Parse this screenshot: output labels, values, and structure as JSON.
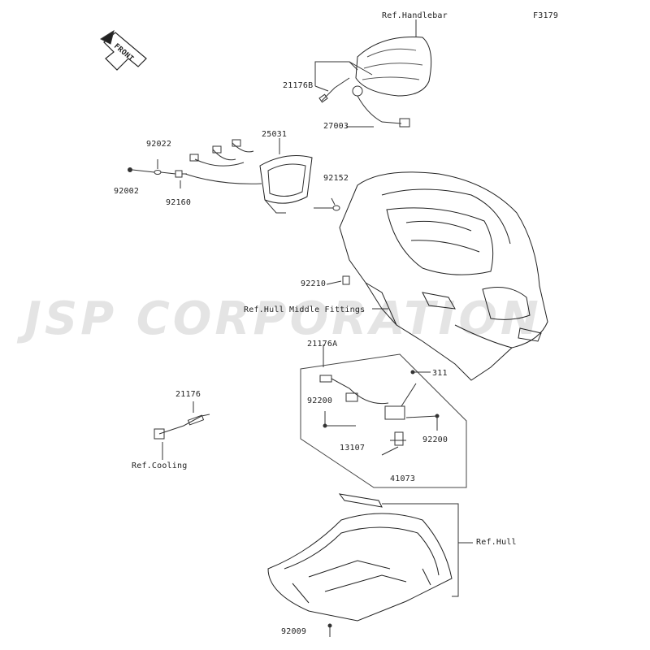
{
  "figure_code": "F3179",
  "front_label": "FRONT",
  "watermark": "JSP CORPORATION",
  "refs": {
    "handlebar": "Ref.Handlebar",
    "hull_middle": "Ref.Hull Middle Fittings",
    "cooling": "Ref.Cooling",
    "hull": "Ref.Hull"
  },
  "parts": {
    "p21176B": "21176B",
    "p27003": "27003",
    "p25031": "25031",
    "p92022": "92022",
    "p92002": "92002",
    "p92160": "92160",
    "p92152": "92152",
    "p92210": "92210",
    "p21176A": "21176A",
    "p311": "311",
    "p92200a": "92200",
    "p92200b": "92200",
    "p13107": "13107",
    "p41073": "41073",
    "p21176": "21176",
    "p92009": "92009"
  }
}
